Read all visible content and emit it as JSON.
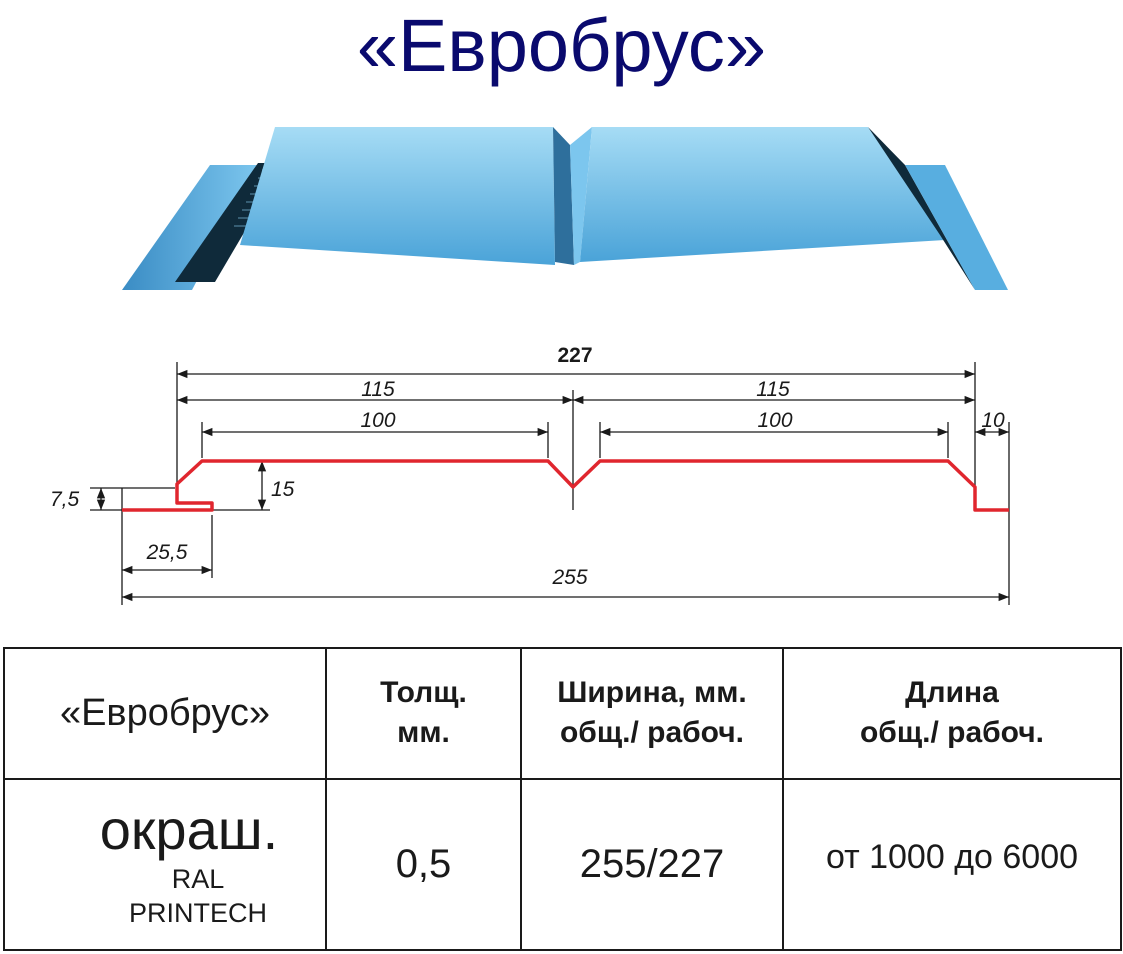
{
  "title": "«Евробрус»",
  "colors": {
    "title": "#0a0a6e",
    "profile_face": "#69b8e6",
    "profile_highlight": "#a6dcf5",
    "profile_dark": "#0f2a3a",
    "profile_section_line": "#e0262e",
    "dimension_line": "#1a1a1a"
  },
  "dimensions": {
    "total_working": "227",
    "half_left": "115",
    "half_right": "115",
    "flat_left": "100",
    "flat_right": "100",
    "edge_right": "10",
    "step_height": "7,5",
    "profile_height": "15",
    "overlap": "25,5",
    "total_width": "255"
  },
  "table": {
    "headers": {
      "name": "«Евробрус»",
      "thickness": [
        "Толщ.",
        "мм."
      ],
      "width": [
        "Ширина, мм.",
        "общ./ рабоч."
      ],
      "length": [
        "Длина",
        "общ./ рабоч."
      ]
    },
    "row": {
      "coating": "окраш.",
      "coating_types": [
        "RAL",
        "PRINTECH"
      ],
      "thickness": "0,5",
      "width": "255/227",
      "length": "от 1000 до 6000"
    }
  }
}
